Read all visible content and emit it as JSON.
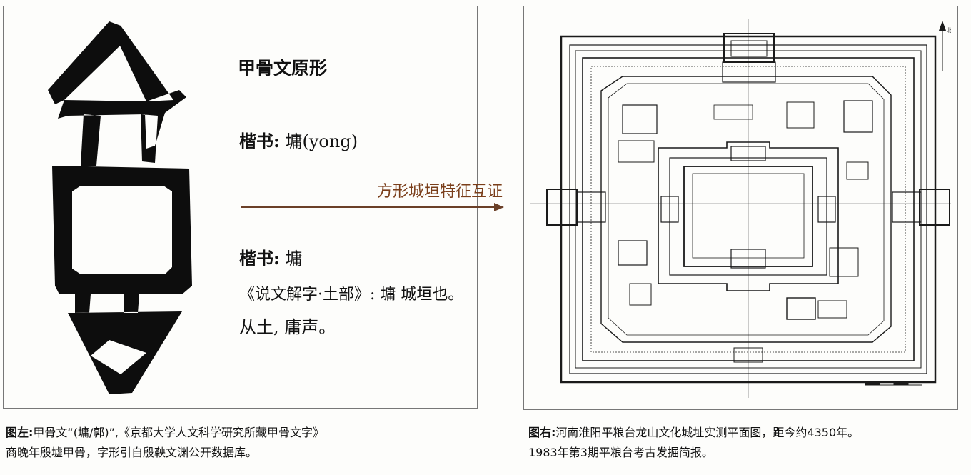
{
  "left_panel": {
    "title": "甲骨文原形",
    "kaishu1_label": "楷书:",
    "kaishu1_char": "墉",
    "kaishu1_pinyin": "(yong)",
    "kaishu2_label": "楷书:",
    "kaishu2_char": "墉",
    "shuowen_line": "《说文解字·土部》: 墉 城垣也。",
    "cong_line": "从土, 庸声。"
  },
  "arrow": {
    "label": "方形城垣特征互证"
  },
  "plan": {
    "north_label": "北"
  },
  "caption_left": {
    "prefix": "图左:",
    "line1": "甲骨文“(墉/郭)”,《京都大学人文科学研究所藏甲骨文字》",
    "line2": "商晚年殷墟甲骨，字形引自殷鞅文渊公开数据库。"
  },
  "caption_right": {
    "prefix": "图右:",
    "line1": "河南淮阳平粮台龙山文化城址实测平面图，距今约4350年。",
    "line2": "1983年第3期平粮台考古发掘简报。"
  }
}
